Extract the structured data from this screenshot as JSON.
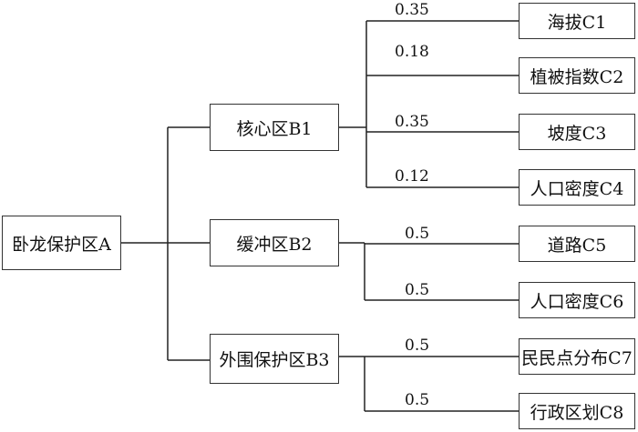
{
  "root": {
    "label": "卧龙保护区A"
  },
  "groups": [
    {
      "label": "核心区B1",
      "children": [
        {
          "label": "海拔C1",
          "weight": "0.35"
        },
        {
          "label": "植被指数C2",
          "weight": "0.18"
        },
        {
          "label": "坡度C3",
          "weight": "0.35"
        },
        {
          "label": "人口密度C4",
          "weight": "0.12"
        }
      ]
    },
    {
      "label": "缓冲区B2",
      "children": [
        {
          "label": "道路C5",
          "weight": "0.5"
        },
        {
          "label": "人口密度C6",
          "weight": "0.5"
        }
      ]
    },
    {
      "label": "外围保护区B3",
      "children": [
        {
          "label": "民民点分布C7",
          "weight": "0.5"
        },
        {
          "label": "行政区划C8",
          "weight": "0.5"
        }
      ]
    }
  ]
}
